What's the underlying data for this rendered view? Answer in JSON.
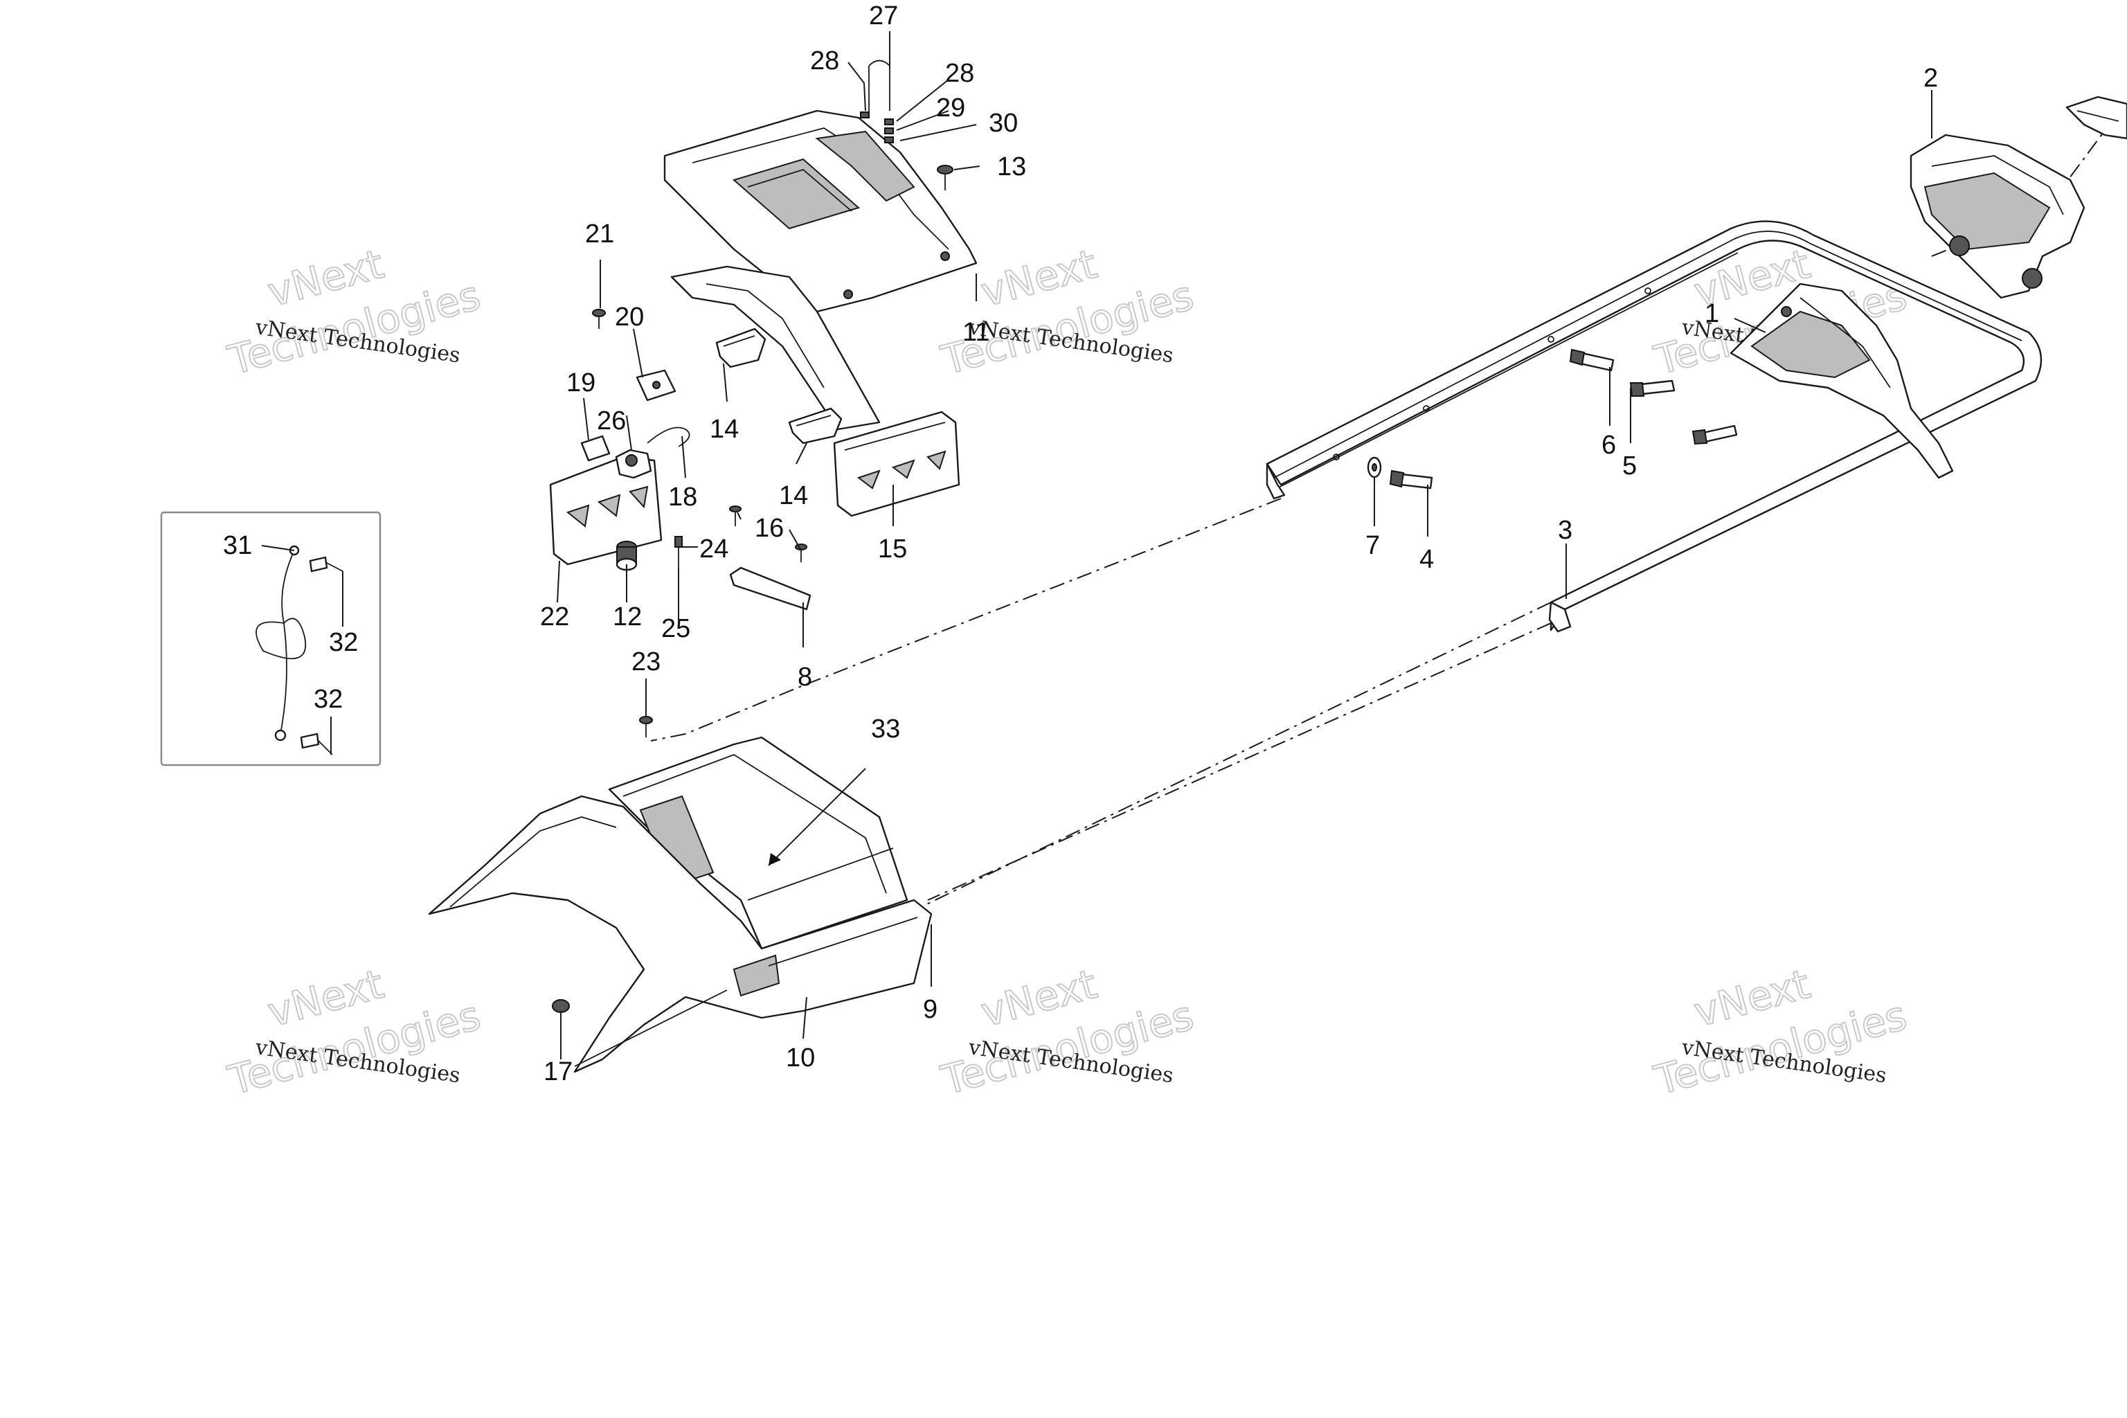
{
  "watermark": {
    "line1": "vNext Technologies",
    "line2": "vNext",
    "line3": "Technologies"
  },
  "callouts": [
    "1",
    "2",
    "3",
    "4",
    "5",
    "6",
    "7",
    "8",
    "9",
    "10",
    "11",
    "12",
    "13",
    "14",
    "14",
    "15",
    "16",
    "17",
    "18",
    "19",
    "20",
    "21",
    "22",
    "23",
    "24",
    "25",
    "26",
    "27",
    "28",
    "28",
    "29",
    "30",
    "31",
    "32",
    "32",
    "33"
  ]
}
